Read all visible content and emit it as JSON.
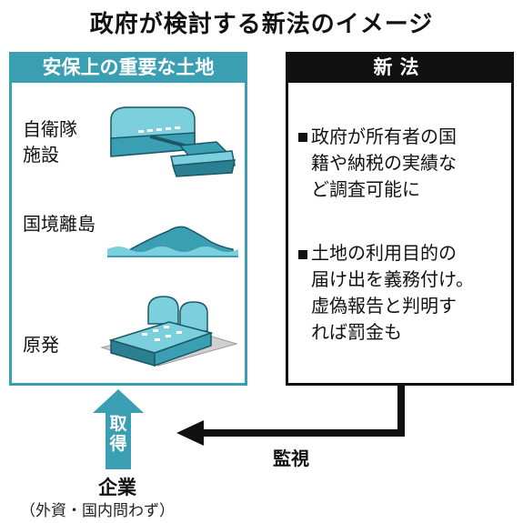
{
  "title": "政府が検討する新法のイメージ",
  "left_panel": {
    "header": "安保上の重要な土地",
    "items": [
      {
        "label_lines": [
          "自衛隊",
          "施設"
        ],
        "icon": "military-base-tank-icon"
      },
      {
        "label_lines": [
          "国境離島"
        ],
        "icon": "island-icon"
      },
      {
        "label_lines": [
          "原発"
        ],
        "icon": "nuclear-plant-icon"
      }
    ]
  },
  "right_panel": {
    "header": "新法",
    "bullets": [
      {
        "lines": [
          "政府が所有者の国",
          "籍や納税の実績な",
          "ど調査可能に"
        ]
      },
      {
        "lines": [
          "土地の利用目的の",
          "届け出を義務付け。",
          "虚偽報告と判明す",
          "れば罰金も"
        ]
      }
    ]
  },
  "flow": {
    "label": "監視"
  },
  "acquire": {
    "label_lines": [
      "取",
      "得"
    ]
  },
  "actor": {
    "label": "企業",
    "sublabel": "（外資・国内問わず）"
  },
  "colors": {
    "accent": "#3a9fb3",
    "accent_light": "#7ccfdc",
    "dark": "#111111"
  }
}
